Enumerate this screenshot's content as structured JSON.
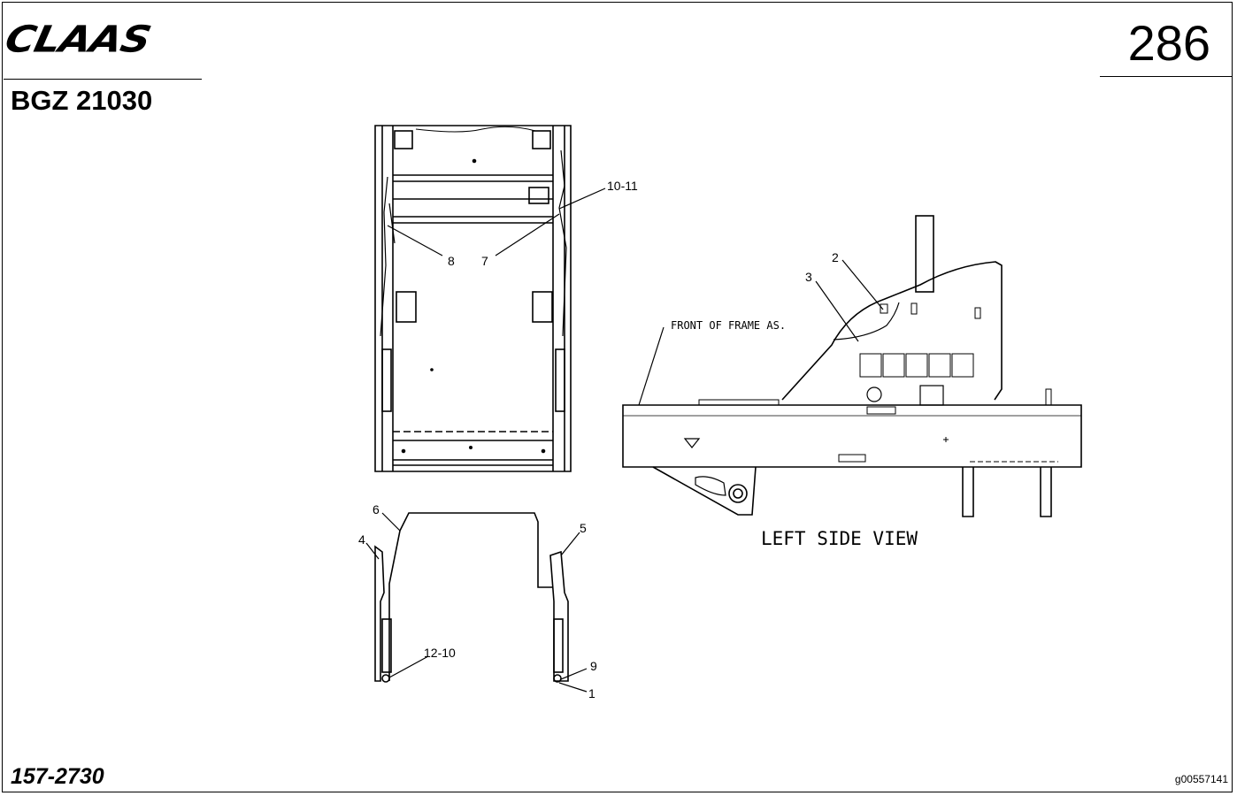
{
  "header": {
    "brand": "CLAAS",
    "page_number": "286",
    "group_code": "BGZ 21030"
  },
  "footer": {
    "doc_number": "157-2730",
    "image_id": "g00557141"
  },
  "diagram": {
    "labels": {
      "front_frame": "FRONT OF FRAME AS.",
      "left_side_view": "LEFT SIDE VIEW"
    },
    "callouts": [
      "10-11",
      "8",
      "7",
      "2",
      "3",
      "6",
      "5",
      "4",
      "12-10",
      "9",
      "1"
    ]
  },
  "colors": {
    "ink": "#000000",
    "paper": "#ffffff"
  }
}
